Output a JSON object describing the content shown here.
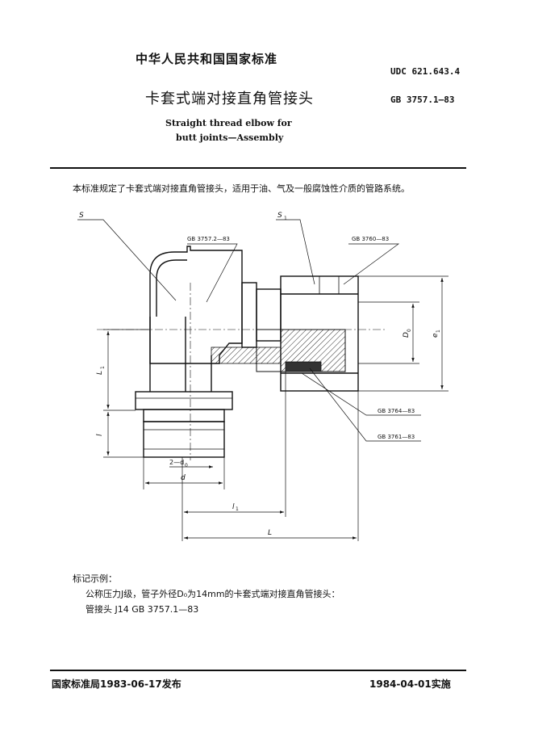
{
  "header": {
    "national_standard": "中华人民共和国国家标准",
    "udc": "UDC  621.643.4",
    "title_cn": "卡套式端对接直角管接头",
    "gb_number": "GB  3757.1—83",
    "title_en_line1": "Straight thread elbow for",
    "title_en_line2": "butt joints—Assembly"
  },
  "intro": "本标准规定了卡套式端对接直角管接头，适用于油、气及一般腐蚀性介质的管路系统。",
  "drawing": {
    "labels": {
      "s": "S",
      "s1": "S",
      "s1_sub": "1",
      "gb_body": "GB  3757.2—83",
      "gb_nut": "GB  3760—83",
      "gb_ferrule": "GB  3764—83",
      "gb_ring": "GB  3761—83",
      "l1": "L",
      "l1_sub": "1",
      "l_small": "l",
      "d0": "D",
      "d0_sub": "0",
      "e1": "e",
      "e1_sub": "1",
      "twod": "2—d",
      "twod_sub": "0",
      "d": "d",
      "l1_bottom": "l",
      "l1_bottom_sub": "1",
      "L": "L"
    }
  },
  "marking": {
    "title": "标记示例：",
    "line1": "公称压力J级，管子外径D₀为14mm的卡套式端对接直角管接头：",
    "line2": "管接头   J14   GB  3757.1—83"
  },
  "footer": {
    "issued": "国家标准局1983-06-17发布",
    "effective": "1984-04-01实施"
  }
}
